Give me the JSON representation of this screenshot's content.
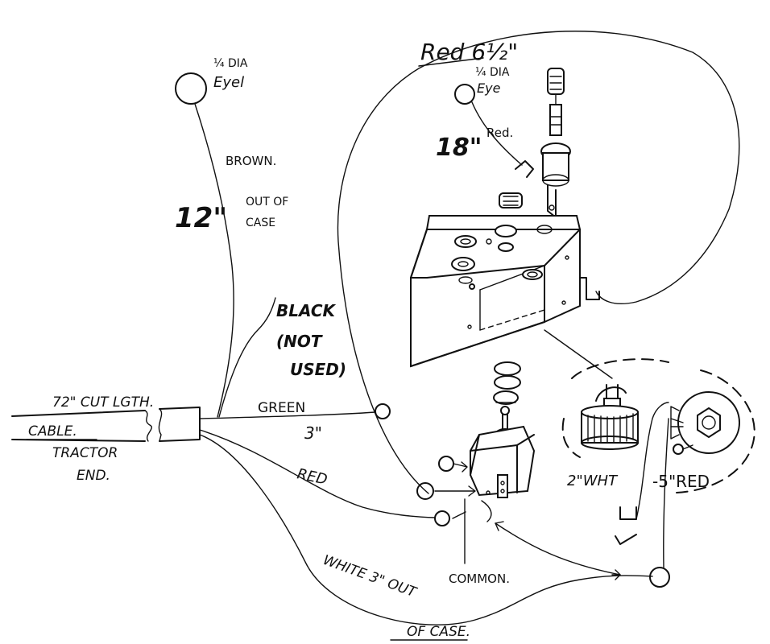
{
  "labels": {
    "red_top": "Red 6½\"",
    "eye_left_line1": "¼ DIA",
    "eye_left_line2": "Eyel",
    "brown": "BROWN.",
    "brown_len": "12\"",
    "out_of_case_line1": "OUT OF",
    "out_of_case_line2": "CASE",
    "eye_right_line1": "¼ DIA",
    "eye_right_line2": "Eye",
    "red_18_len": "18\"",
    "red_18": "Red.",
    "black_line1": "BLACK",
    "black_line2": "(NOT",
    "black_line3": "USED)",
    "cut_length": "72\" CUT LGTH.",
    "cable": "CABLE.",
    "tractor_line1": "TRACTOR",
    "tractor_line2": "END.",
    "green": "GREEN",
    "green_len": "3\"",
    "red_mid": "RED",
    "white_wire": "WHITE 3\" OUT",
    "white_wire_2": "OF CASE.",
    "common": "COMMON.",
    "white_2": "2\"WHT",
    "red_5": "-5\"RED"
  }
}
